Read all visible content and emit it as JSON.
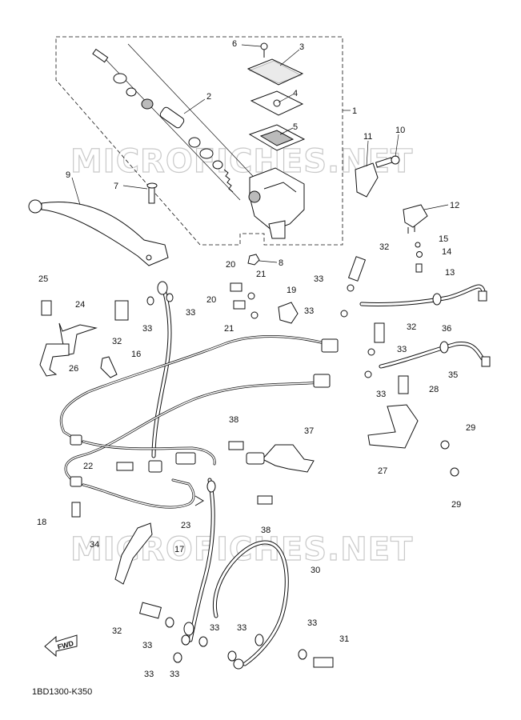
{
  "watermark": "MICROFICHES.NET",
  "diagram_code": "1BD1300-K350",
  "fwd_label": "FWD",
  "callouts": [
    {
      "id": "c1",
      "num": "1"
    },
    {
      "id": "c2",
      "num": "2"
    },
    {
      "id": "c3",
      "num": "3"
    },
    {
      "id": "c4",
      "num": "4"
    },
    {
      "id": "c5",
      "num": "5"
    },
    {
      "id": "c6",
      "num": "6"
    },
    {
      "id": "c7",
      "num": "7"
    },
    {
      "id": "c8",
      "num": "8"
    },
    {
      "id": "c9",
      "num": "9"
    },
    {
      "id": "c10",
      "num": "10"
    },
    {
      "id": "c11",
      "num": "11"
    },
    {
      "id": "c12",
      "num": "12"
    },
    {
      "id": "c13",
      "num": "13"
    },
    {
      "id": "c14",
      "num": "14"
    },
    {
      "id": "c15",
      "num": "15"
    },
    {
      "id": "c16",
      "num": "16"
    },
    {
      "id": "c17",
      "num": "17"
    },
    {
      "id": "c18",
      "num": "18"
    },
    {
      "id": "c19",
      "num": "19"
    },
    {
      "id": "c20a",
      "num": "20"
    },
    {
      "id": "c20b",
      "num": "20"
    },
    {
      "id": "c21a",
      "num": "21"
    },
    {
      "id": "c21b",
      "num": "21"
    },
    {
      "id": "c22",
      "num": "22"
    },
    {
      "id": "c23",
      "num": "23"
    },
    {
      "id": "c24",
      "num": "24"
    },
    {
      "id": "c25",
      "num": "25"
    },
    {
      "id": "c26",
      "num": "26"
    },
    {
      "id": "c27",
      "num": "27"
    },
    {
      "id": "c28",
      "num": "28"
    },
    {
      "id": "c29a",
      "num": "29"
    },
    {
      "id": "c29b",
      "num": "29"
    },
    {
      "id": "c30",
      "num": "30"
    },
    {
      "id": "c31",
      "num": "31"
    },
    {
      "id": "c32a",
      "num": "32"
    },
    {
      "id": "c32b",
      "num": "32"
    },
    {
      "id": "c32c",
      "num": "32"
    },
    {
      "id": "c32d",
      "num": "32"
    },
    {
      "id": "c33a",
      "num": "33"
    },
    {
      "id": "c33b",
      "num": "33"
    },
    {
      "id": "c33c",
      "num": "33"
    },
    {
      "id": "c33d",
      "num": "33"
    },
    {
      "id": "c33e",
      "num": "33"
    },
    {
      "id": "c33f",
      "num": "33"
    },
    {
      "id": "c33g",
      "num": "33"
    },
    {
      "id": "c33h",
      "num": "33"
    },
    {
      "id": "c33i",
      "num": "33"
    },
    {
      "id": "c33j",
      "num": "33"
    },
    {
      "id": "c33k",
      "num": "33"
    },
    {
      "id": "c33l",
      "num": "33"
    },
    {
      "id": "c34",
      "num": "34"
    },
    {
      "id": "c35",
      "num": "35"
    },
    {
      "id": "c36",
      "num": "36"
    },
    {
      "id": "c37",
      "num": "37"
    },
    {
      "id": "c38a",
      "num": "38"
    },
    {
      "id": "c38b",
      "num": "38"
    }
  ]
}
